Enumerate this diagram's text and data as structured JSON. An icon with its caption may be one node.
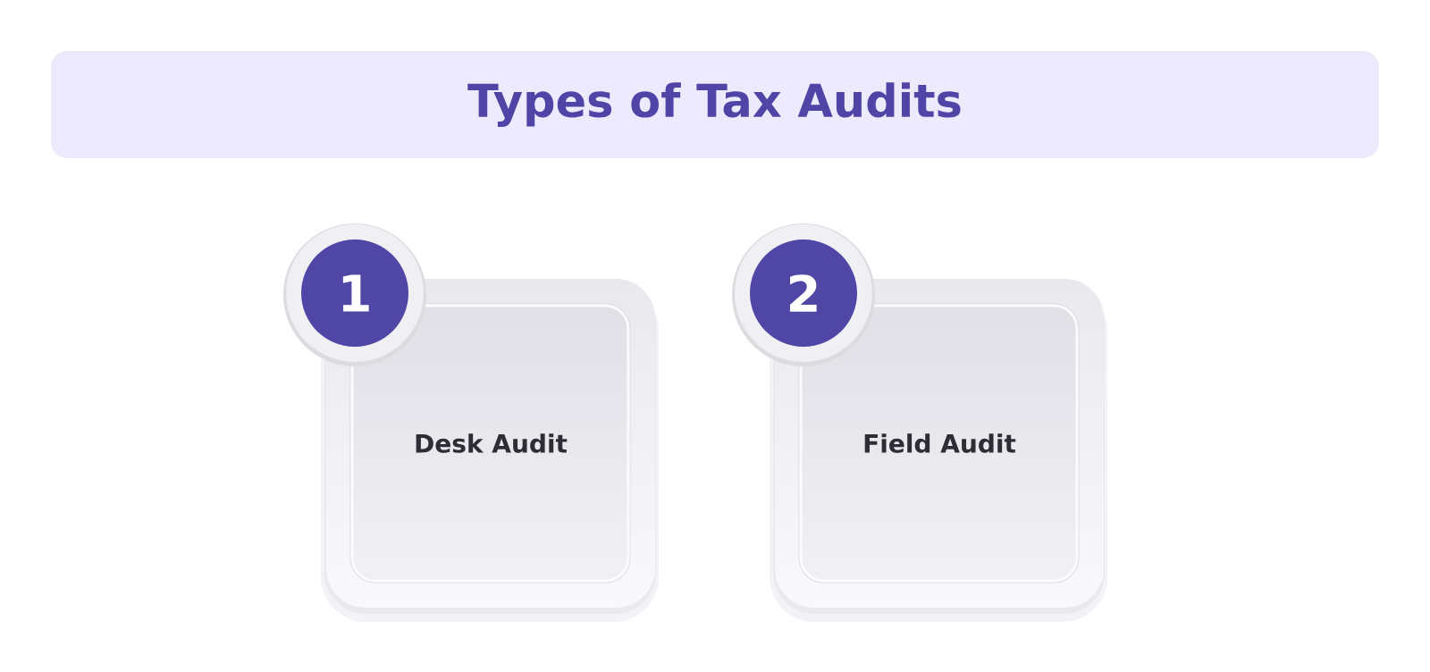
{
  "diagram": {
    "title": "Types of Tax Audits",
    "nodes": [
      {
        "text": [
          "1"
        ]
      },
      {
        "text": [
          "Desk Audit"
        ]
      },
      {
        "text": [
          "2"
        ]
      },
      {
        "text": [
          "Field Audit"
        ]
      }
    ]
  }
}
